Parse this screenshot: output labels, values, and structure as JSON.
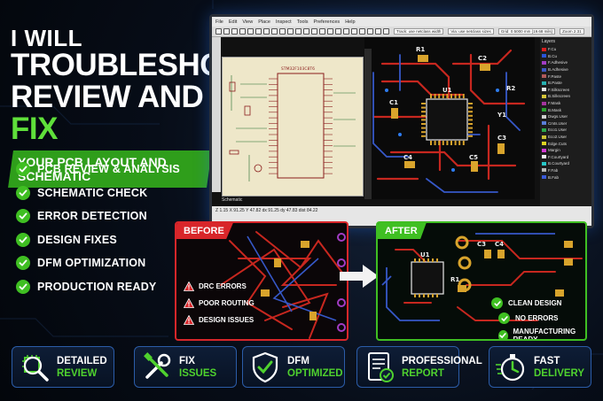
{
  "headline": {
    "line1": "I WILL",
    "line2": "TROUBLESHOOT,",
    "line3_white": "REVIEW AND",
    "line3_green": "FIX",
    "subtitle": "YOUR PCB LAYOUT AND SCHEMATIC"
  },
  "services": [
    "PCB REVIEW & ANALYSIS",
    "SCHEMATIC CHECK",
    "ERROR DETECTION",
    "DESIGN FIXES",
    "DFM OPTIMIZATION",
    "PRODUCTION READY"
  ],
  "editor": {
    "menu": [
      "File",
      "Edit",
      "View",
      "Place",
      "Inspect",
      "Tools",
      "Preferences",
      "Help"
    ],
    "track_select": "Track: use netclass width",
    "via_select": "Via: use netclass sizes",
    "grid_select": "Grid: 0.5000 mm (19.68 mils)",
    "zoom_label": "Zoom 2.31",
    "schematic_tab": "Schematic",
    "status_text": "Z 1.15     X 91.25  Y 47.82     dx 91.25  dy 47.83     dist 84.22",
    "layers_title": "Layers",
    "layers": [
      {
        "name": "F.Cu",
        "color": "#d81f1f"
      },
      {
        "name": "B.Cu",
        "color": "#2a55d8"
      },
      {
        "name": "F.Adhesive",
        "color": "#a23cc4"
      },
      {
        "name": "B.Adhesive",
        "color": "#3c58c4"
      },
      {
        "name": "F.Paste",
        "color": "#b05a5a"
      },
      {
        "name": "B.Paste",
        "color": "#26b0b0"
      },
      {
        "name": "F.Silkscreen",
        "color": "#e8e8e8"
      },
      {
        "name": "B.Silkscreen",
        "color": "#d6c63a"
      },
      {
        "name": "F.Mask",
        "color": "#a4359e"
      },
      {
        "name": "B.Mask",
        "color": "#29a12e"
      },
      {
        "name": "Dwgs.User",
        "color": "#cfcfcf"
      },
      {
        "name": "Cmts.User",
        "color": "#5a7fd8"
      },
      {
        "name": "Eco1.User",
        "color": "#2aa84a"
      },
      {
        "name": "Eco2.User",
        "color": "#c9c234"
      },
      {
        "name": "Edge.Cuts",
        "color": "#e0d422"
      },
      {
        "name": "Margin",
        "color": "#d43ad4"
      },
      {
        "name": "F.Courtyard",
        "color": "#f0f0f0"
      },
      {
        "name": "B.Courtyard",
        "color": "#27c8c8"
      },
      {
        "name": "F.Fab",
        "color": "#b8b8b8"
      },
      {
        "name": "B.Fab",
        "color": "#3a5ad8"
      }
    ],
    "schematic_part": "STM32F103C8T6",
    "pcb_refs": [
      "U1",
      "C1",
      "C2",
      "C3",
      "C4",
      "C5",
      "R1",
      "R2",
      "Y1"
    ]
  },
  "before": {
    "tag": "BEFORE",
    "issues": [
      "DRC ERRORS",
      "POOR ROUTING",
      "DESIGN ISSUES"
    ]
  },
  "after": {
    "tag": "AFTER",
    "results": [
      "CLEAN DESIGN",
      "NO ERRORS",
      "MANUFACTURING READY"
    ]
  },
  "badges": [
    {
      "l1": "DETAILED",
      "l2": "REVIEW",
      "icon": "magnifier-chip-icon"
    },
    {
      "l1": "FIX",
      "l2": "ISSUES",
      "icon": "tools-icon"
    },
    {
      "l1": "DFM",
      "l2": "OPTIMIZED",
      "icon": "shield-check-icon"
    },
    {
      "l1": "PROFESSIONAL",
      "l2": "REPORT",
      "icon": "report-icon"
    },
    {
      "l1": "FAST",
      "l2": "DELIVERY",
      "icon": "stopwatch-icon"
    }
  ],
  "colors": {
    "accent_green": "#3fbf22",
    "before_red": "#d8262a",
    "badge_border": "#2b5ca8"
  }
}
